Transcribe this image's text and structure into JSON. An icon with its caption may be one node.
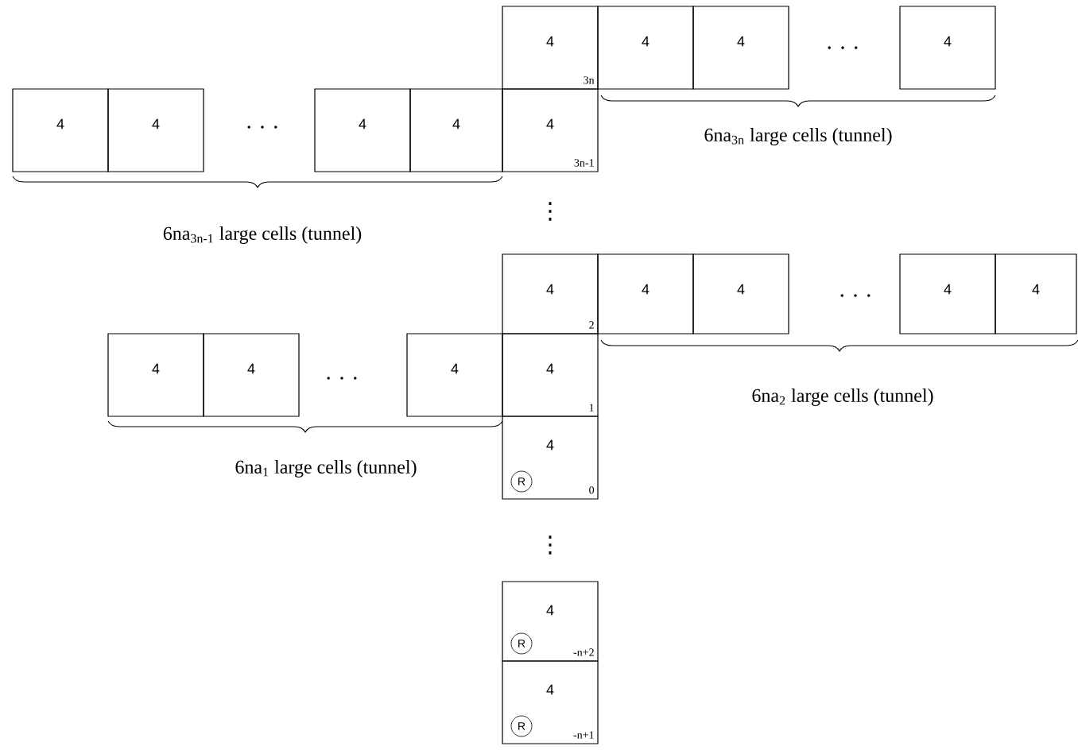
{
  "diagram": {
    "nodes": [
      {
        "text": [
          "4",
          "3n"
        ]
      },
      {
        "text": [
          "4"
        ]
      },
      {
        "text": [
          "4"
        ]
      },
      {
        "text": [
          "4"
        ]
      },
      {
        "text": [
          "4"
        ]
      },
      {
        "text": [
          "4"
        ]
      },
      {
        "text": [
          "4"
        ]
      },
      {
        "text": [
          "4"
        ]
      },
      {
        "text": [
          "4",
          "3n-1"
        ]
      },
      {
        "text": [
          "4",
          "2"
        ]
      },
      {
        "text": [
          "4"
        ]
      },
      {
        "text": [
          "4"
        ]
      },
      {
        "text": [
          "4"
        ]
      },
      {
        "text": [
          "4"
        ]
      },
      {
        "text": [
          "4"
        ]
      },
      {
        "text": [
          "4"
        ]
      },
      {
        "text": [
          "4"
        ]
      },
      {
        "text": [
          "4",
          "1"
        ]
      },
      {
        "text": [
          "4",
          "0"
        ]
      },
      {
        "text": [
          "R"
        ],
        "in": 18
      },
      {
        "text": [
          "4",
          "-n+2"
        ]
      },
      {
        "text": [
          "R"
        ],
        "in": 20
      },
      {
        "text": [
          "4",
          "-n+1"
        ]
      },
      {
        "text": [
          "R"
        ],
        "in": 22
      }
    ],
    "edges": [],
    "labels": [
      ". . .",
      ". . .",
      "6na$_{3n}$ large cells (tunnel)",
      "6na$_{3n-1}$ large cells (tunnel)",
      "⋮",
      ". . .",
      ". . .",
      "6na$_{2}$ large cells (tunnel)",
      "6na$_{1}$ large cells (tunnel)",
      "⋮"
    ]
  }
}
